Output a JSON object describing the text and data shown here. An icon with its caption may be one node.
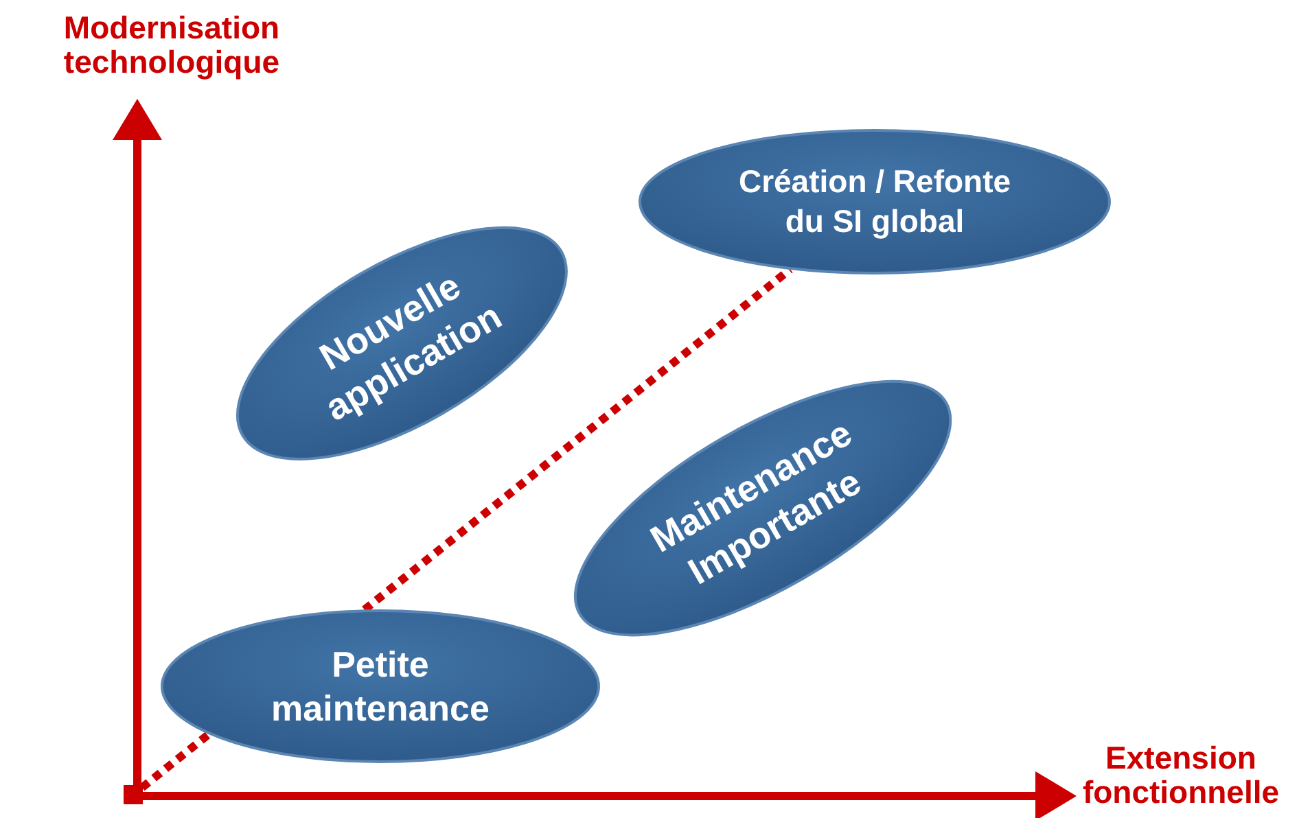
{
  "diagram": {
    "nodes": [
      {
        "text": [
          "Création / Refonte du SI global"
        ]
      },
      {
        "text": [
          "Nouvelle application"
        ]
      },
      {
        "text": [
          "Maintenance Importante"
        ]
      },
      {
        "text": [
          "Petite maintenance"
        ]
      },
      {
        "text": [],
        "shape": "box"
      }
    ],
    "edges": [
      {
        "from": 4,
        "to": 3,
        "arrow": "none",
        "style": "dashed"
      },
      {
        "from": 3,
        "to": 0,
        "arrow": "none",
        "style": "dashed"
      }
    ],
    "labels": [
      "Modernisation technologique",
      "Extension fonctionnelle"
    ]
  }
}
